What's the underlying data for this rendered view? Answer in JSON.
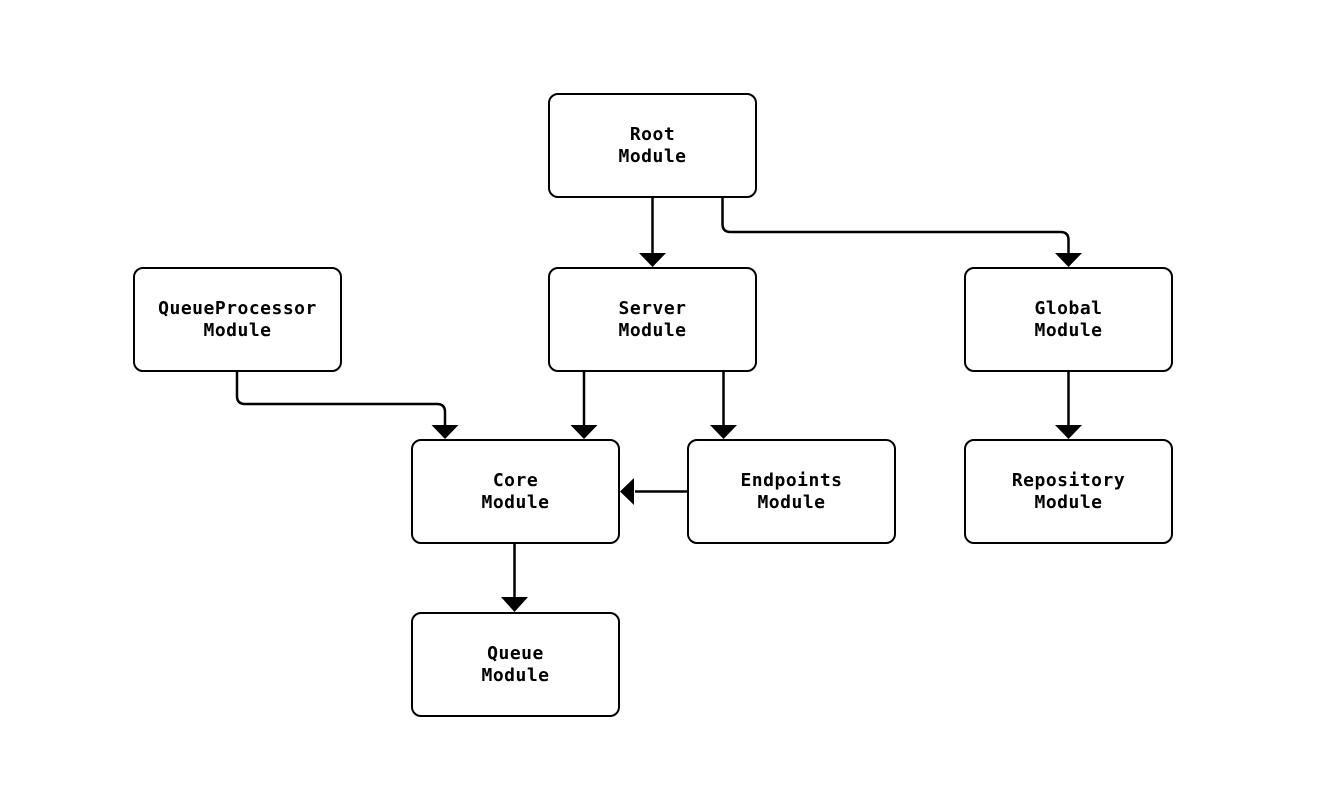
{
  "diagram": {
    "kind": "module-dependency-flowchart",
    "colors": {
      "background": "#ffffff",
      "node_fill": "#ffffff",
      "node_border": "#000000",
      "text": "#000000",
      "arrow": "#000000"
    },
    "nodes": [
      {
        "id": "root",
        "label": "Root\nModule"
      },
      {
        "id": "queue-processor",
        "label": "QueueProcessor\nModule"
      },
      {
        "id": "server",
        "label": "Server\nModule"
      },
      {
        "id": "global",
        "label": "Global\nModule"
      },
      {
        "id": "core",
        "label": "Core\nModule"
      },
      {
        "id": "endpoints",
        "label": "Endpoints\nModule"
      },
      {
        "id": "repository",
        "label": "Repository\nModule"
      },
      {
        "id": "queue",
        "label": "Queue\nModule"
      }
    ],
    "edges": [
      {
        "from": "root",
        "to": "server"
      },
      {
        "from": "root",
        "to": "global"
      },
      {
        "from": "queue-processor",
        "to": "core"
      },
      {
        "from": "server",
        "to": "core"
      },
      {
        "from": "server",
        "to": "endpoints"
      },
      {
        "from": "endpoints",
        "to": "core"
      },
      {
        "from": "global",
        "to": "repository"
      },
      {
        "from": "core",
        "to": "queue"
      }
    ]
  }
}
